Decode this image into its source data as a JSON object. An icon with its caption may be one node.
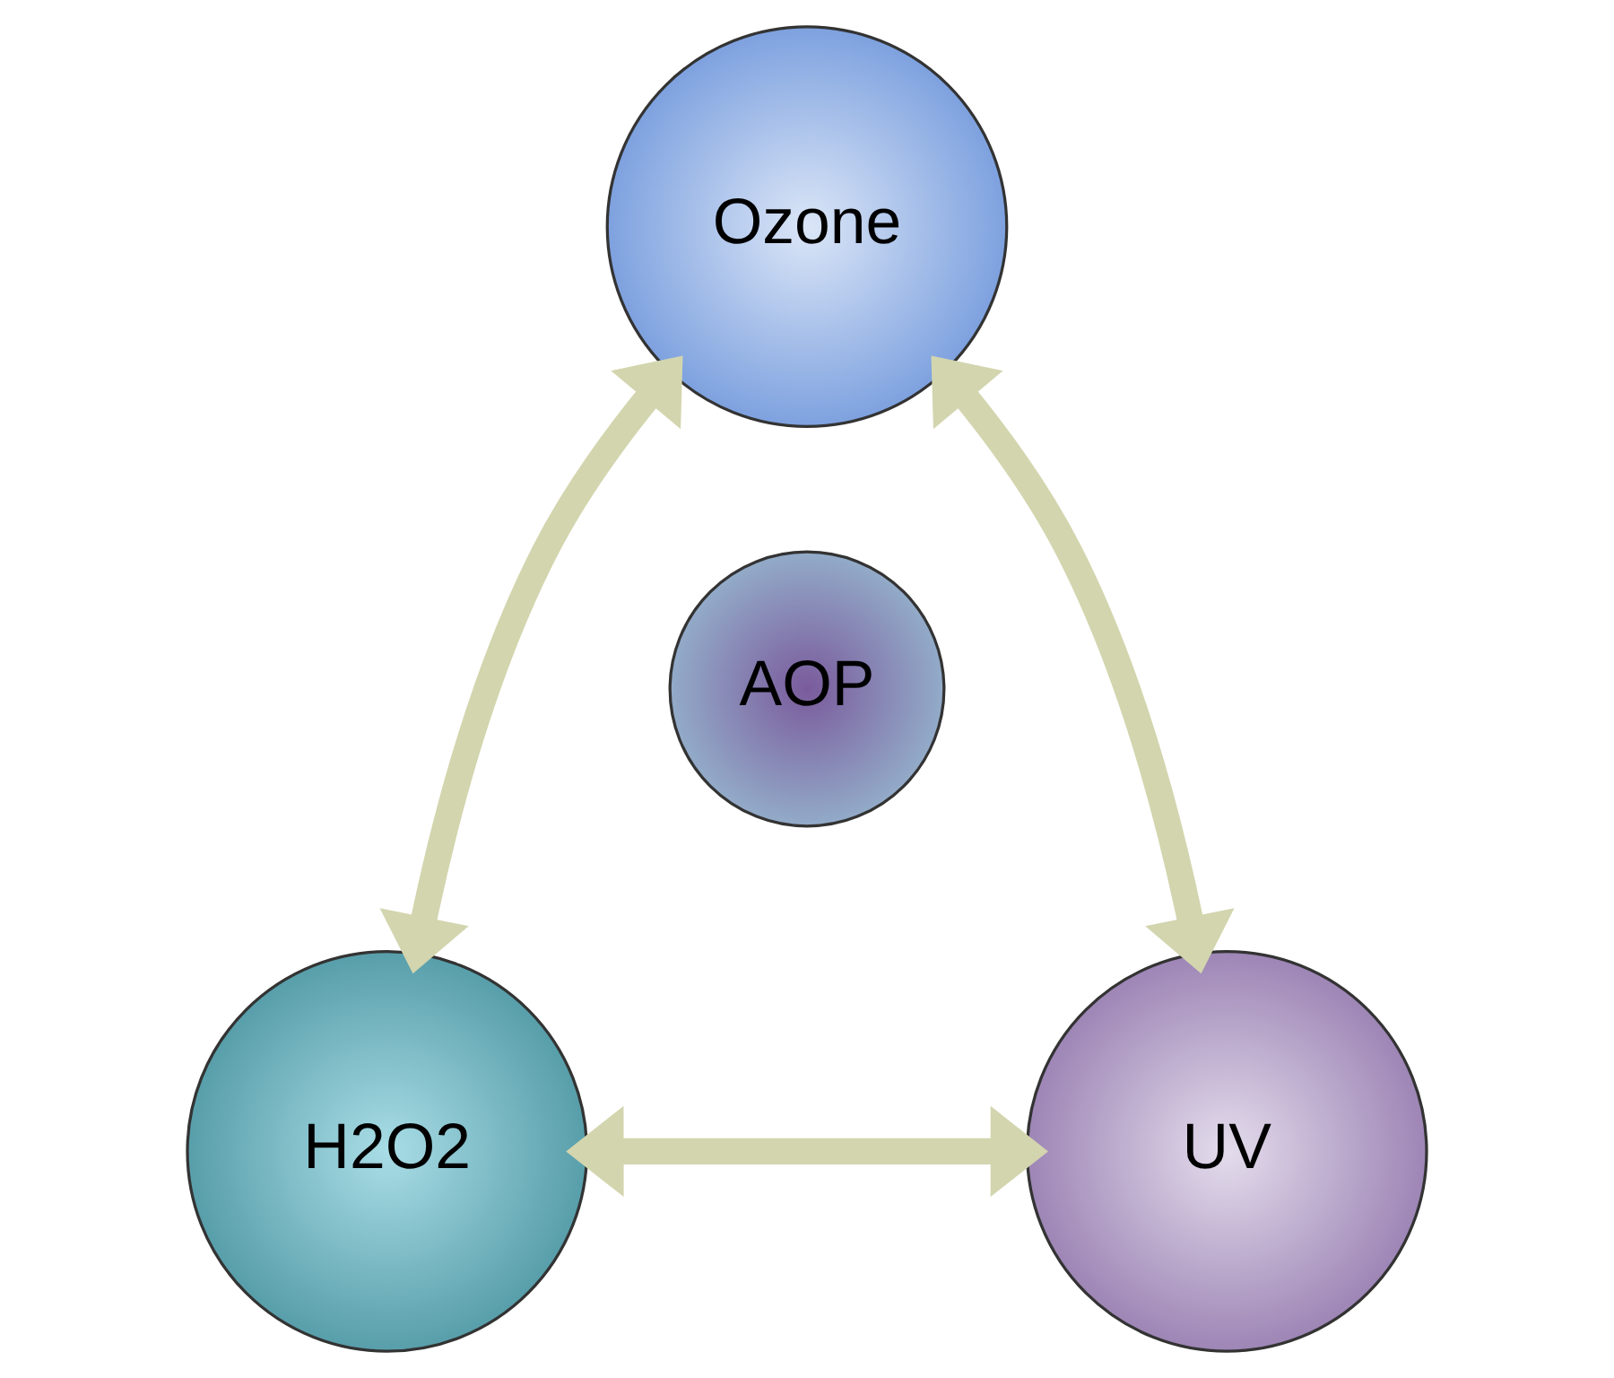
{
  "diagram": {
    "nodes": [
      {
        "text": [
          "Ozone"
        ]
      },
      {
        "text": [
          "AOP"
        ]
      },
      {
        "text": [
          "H2O2"
        ]
      },
      {
        "text": [
          "UV"
        ]
      }
    ],
    "edges": [
      {
        "from": 0,
        "to": 2,
        "arrow": "both"
      },
      {
        "from": 0,
        "to": 3,
        "arrow": "both"
      },
      {
        "from": 2,
        "to": 3,
        "arrow": "both"
      }
    ]
  }
}
